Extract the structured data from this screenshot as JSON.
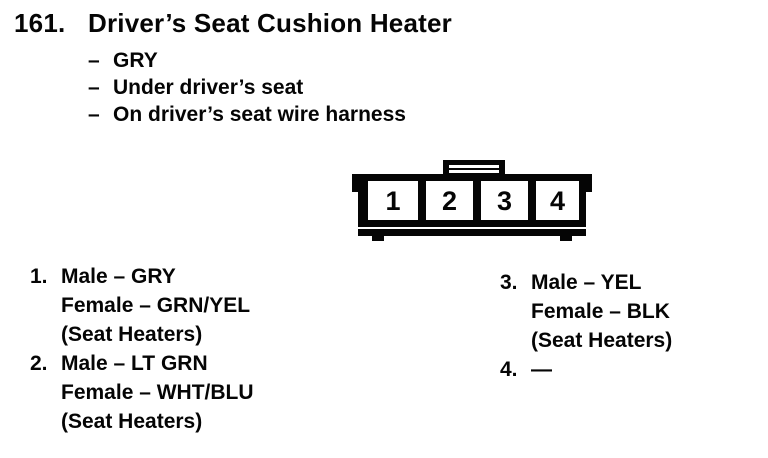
{
  "page": {
    "item_number": "161.",
    "title": "Driver’s Seat Cushion Heater",
    "bullet_dash": "–",
    "bullets": [
      "GRY",
      "Under driver’s seat",
      "On driver’s seat wire harness"
    ]
  },
  "connector": {
    "description": "4-cavity connector, front view, latch on top",
    "ink_color": "#050505",
    "pins": [
      "1",
      "2",
      "3",
      "4"
    ]
  },
  "legend": {
    "pins": [
      {
        "num": "1.",
        "lines": [
          "Male – GRY",
          "Female – GRN/YEL",
          "(Seat Heaters)"
        ]
      },
      {
        "num": "2.",
        "lines": [
          "Male – LT GRN",
          "Female – WHT/BLU",
          "(Seat Heaters)"
        ]
      },
      {
        "num": "3.",
        "lines": [
          "Male – YEL",
          "Female – BLK",
          "(Seat Heaters)"
        ]
      },
      {
        "num": "4.",
        "lines": [
          "—"
        ]
      }
    ]
  }
}
